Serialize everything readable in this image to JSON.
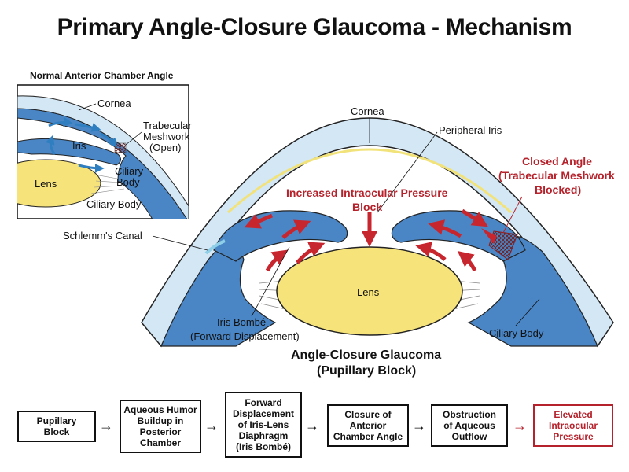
{
  "title": "Primary Angle-Closure Glaucoma - Mechanism",
  "inset": {
    "title": "Normal Anterior Chamber Angle",
    "labels": {
      "cornea": "Cornea",
      "trabecular_1": "Trabecular",
      "trabecular_2": "Meshwork",
      "trabecular_3": "(Open)",
      "iris": "Iris",
      "ciliary_1": "Ciliary",
      "ciliary_2": "Body",
      "lens": "Lens",
      "ciliary_body": "Ciliary Body"
    }
  },
  "main": {
    "labels": {
      "cornea": "Cornea",
      "peripheral_iris": "Peripheral Iris",
      "pressure_1": "Increased Intraocular Pressure",
      "pressure_2": "Block",
      "closed_1": "Closed Angle",
      "closed_2": "(Trabecular Meshwork",
      "closed_3": "Blocked)",
      "schlemm": "Schlemm's Canal",
      "lens": "Lens",
      "bombe_1": "Iris Bombé",
      "bombe_2": "(Forward Displacement)",
      "ciliary_body": "Ciliary Body",
      "caption_1": "Angle-Closure Glaucoma",
      "caption_2": "(Pupillary Block)"
    }
  },
  "flow": {
    "steps": [
      "Pupillary\nBlock",
      "Aqueous Humor\nBuildup in\nPosterior\nChamber",
      "Forward\nDisplacement\nof Iris-Lens\nDiaphragm\n(Iris Bombé)",
      "Closure of\nAnterior\nChamber Angle",
      "Obstruction\nof Aqueous\nOutflow",
      "Elevated\nIntraocular\nPressure"
    ],
    "arrow": "→"
  },
  "colors": {
    "cornea_fill": "#d4e7f5",
    "tissue_blue": "#4a86c6",
    "lens_yellow": "#f6e37a",
    "accent_red": "#c8262e",
    "flow_blue": "#2f7fc0"
  }
}
